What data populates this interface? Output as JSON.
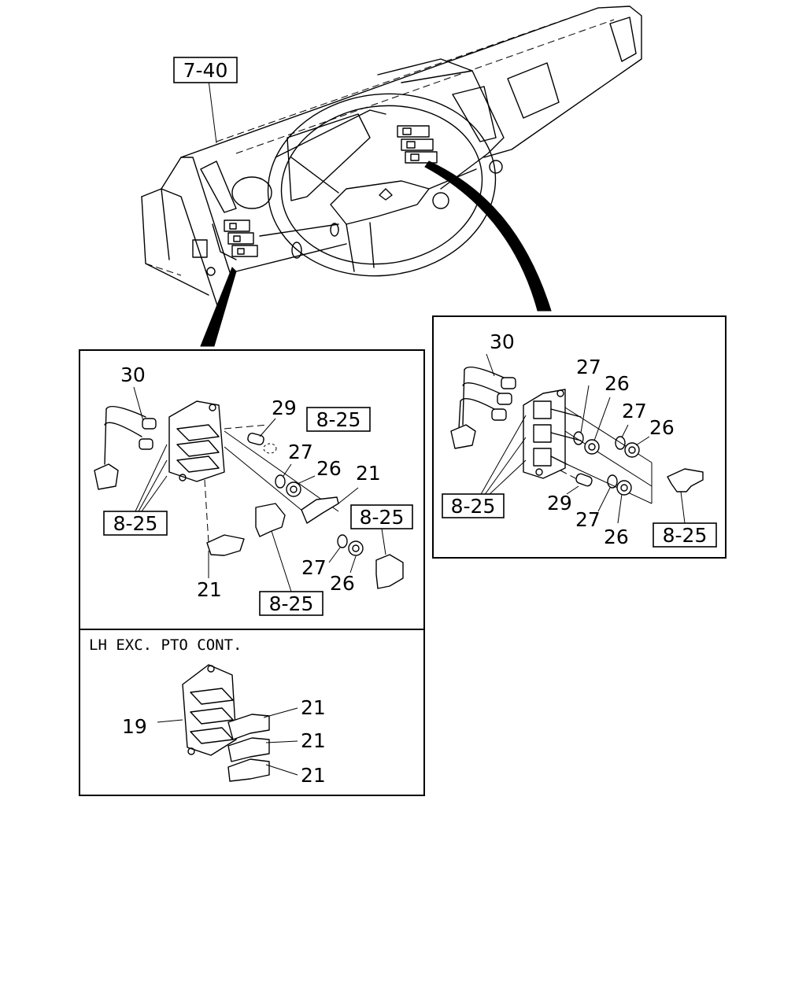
{
  "diagram": {
    "top_ref": "7-40",
    "left_panel": {
      "labels": {
        "p30": "30",
        "p29": "29",
        "p27a": "27",
        "p26a": "26",
        "p21a": "21",
        "p21b": "21",
        "p27b": "27",
        "p26b": "26"
      },
      "refs": {
        "r1": "8-25",
        "r2": "8-25",
        "r3": "8-25",
        "r4": "8-25"
      }
    },
    "right_panel": {
      "labels": {
        "p30": "30",
        "p27a": "27",
        "p26a": "26",
        "p27b": "27",
        "p26b": "26",
        "p29": "29",
        "p27c": "27",
        "p26c": "26"
      },
      "refs": {
        "r1": "8-25",
        "r2": "8-25"
      }
    },
    "lower_panel": {
      "caption": "LH EXC. PTO CONT.",
      "labels": {
        "p19": "19",
        "p21a": "21",
        "p21b": "21",
        "p21c": "21"
      }
    }
  }
}
